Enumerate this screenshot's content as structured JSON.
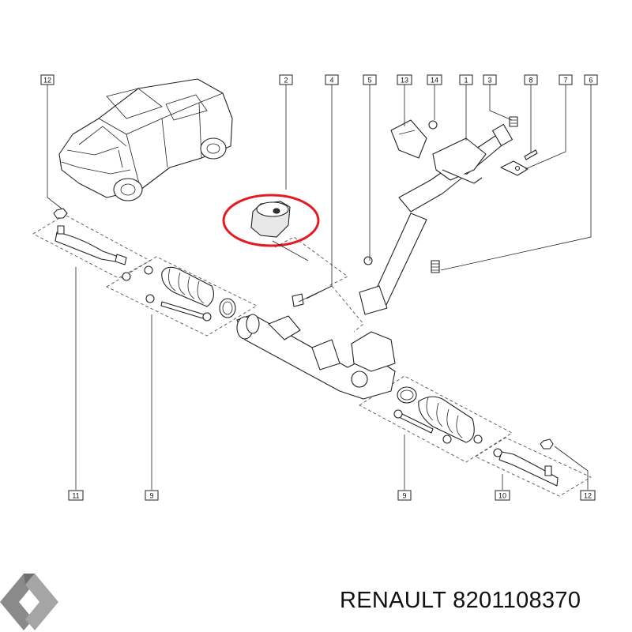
{
  "refs": {
    "r12a": "12",
    "r2": "2",
    "r4": "4",
    "r5": "5",
    "r13": "13",
    "r14": "14",
    "r1": "1",
    "r3": "3",
    "r8": "8",
    "r7": "7",
    "r6": "6",
    "r11": "11",
    "r9a": "9",
    "r9b": "9",
    "r10": "10",
    "r12b": "12"
  },
  "footer": {
    "brand": "RENAULT",
    "part_number": "8201108370"
  },
  "colors": {
    "highlight": "#e31b23",
    "line": "#222222",
    "logo_grey": "#888888"
  },
  "icons": [
    "renault-logo-icon"
  ]
}
